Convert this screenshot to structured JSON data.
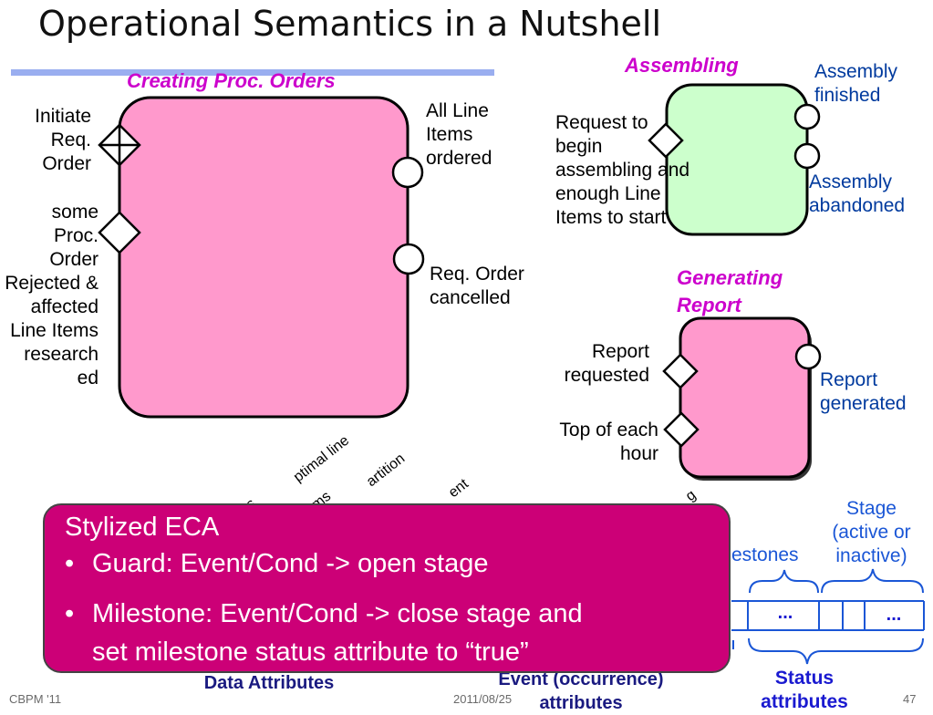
{
  "title": "Operational Semantics in a Nutshell",
  "stages": {
    "creating": {
      "title": "Creating Proc. Orders",
      "guards": [
        "Initiate Req. Order",
        "some Proc. Order Rejected & affected Line Items research ed"
      ],
      "milestones": [
        "All Line Items ordered",
        "Req. Order cancelled"
      ]
    },
    "assembling": {
      "title": "Assembling",
      "guard": "Request to begin assembling and enough Line Items to start",
      "milestones": [
        "Assembly finished",
        "Assembly abandoned"
      ]
    },
    "generating": {
      "title": "Generating Report",
      "guards": [
        "Report requested",
        "Top of each hour"
      ],
      "milestone": "Report generated"
    }
  },
  "partial_rotated": {
    "a": "ptimal line",
    "b": "ms",
    "c": "artition",
    "d": "s",
    "e": "ent",
    "f": "g"
  },
  "eca": {
    "title": "Stylized ECA",
    "bullets": [
      "Guard: Event/Cond -> open stage",
      "Milestone: Event/Cond -> close stage and set milestone status attribute to “true”"
    ],
    "bullet_line1": "Milestone: Event/Cond -> close stage and",
    "bullet_line2": "set milestone status attribute to “true”"
  },
  "record": {
    "milestones_label": "estones",
    "stage_label": "Stage (active or inactive)",
    "stage_line1": "Stage",
    "stage_line2": "(active or",
    "stage_line3": "inactive)",
    "ellipsis": "...",
    "data_attributes": "Data Attributes",
    "event_attributes": "Event (occurrence) attributes",
    "event_line1": "Event (occurrence)",
    "event_line2": "attributes",
    "status_attributes": "Status attributes",
    "status_line1": "Status",
    "status_line2": "attributes"
  },
  "footer": {
    "left": "CBPM '11",
    "date": "2011/08/25",
    "page": "47"
  },
  "colors": {
    "pink_stage": "#ff99cc",
    "green_stage": "#ccffcc",
    "eca_box": "#cc0077",
    "stage_title": "#cc00cc",
    "blue_text": "#003a9e"
  }
}
